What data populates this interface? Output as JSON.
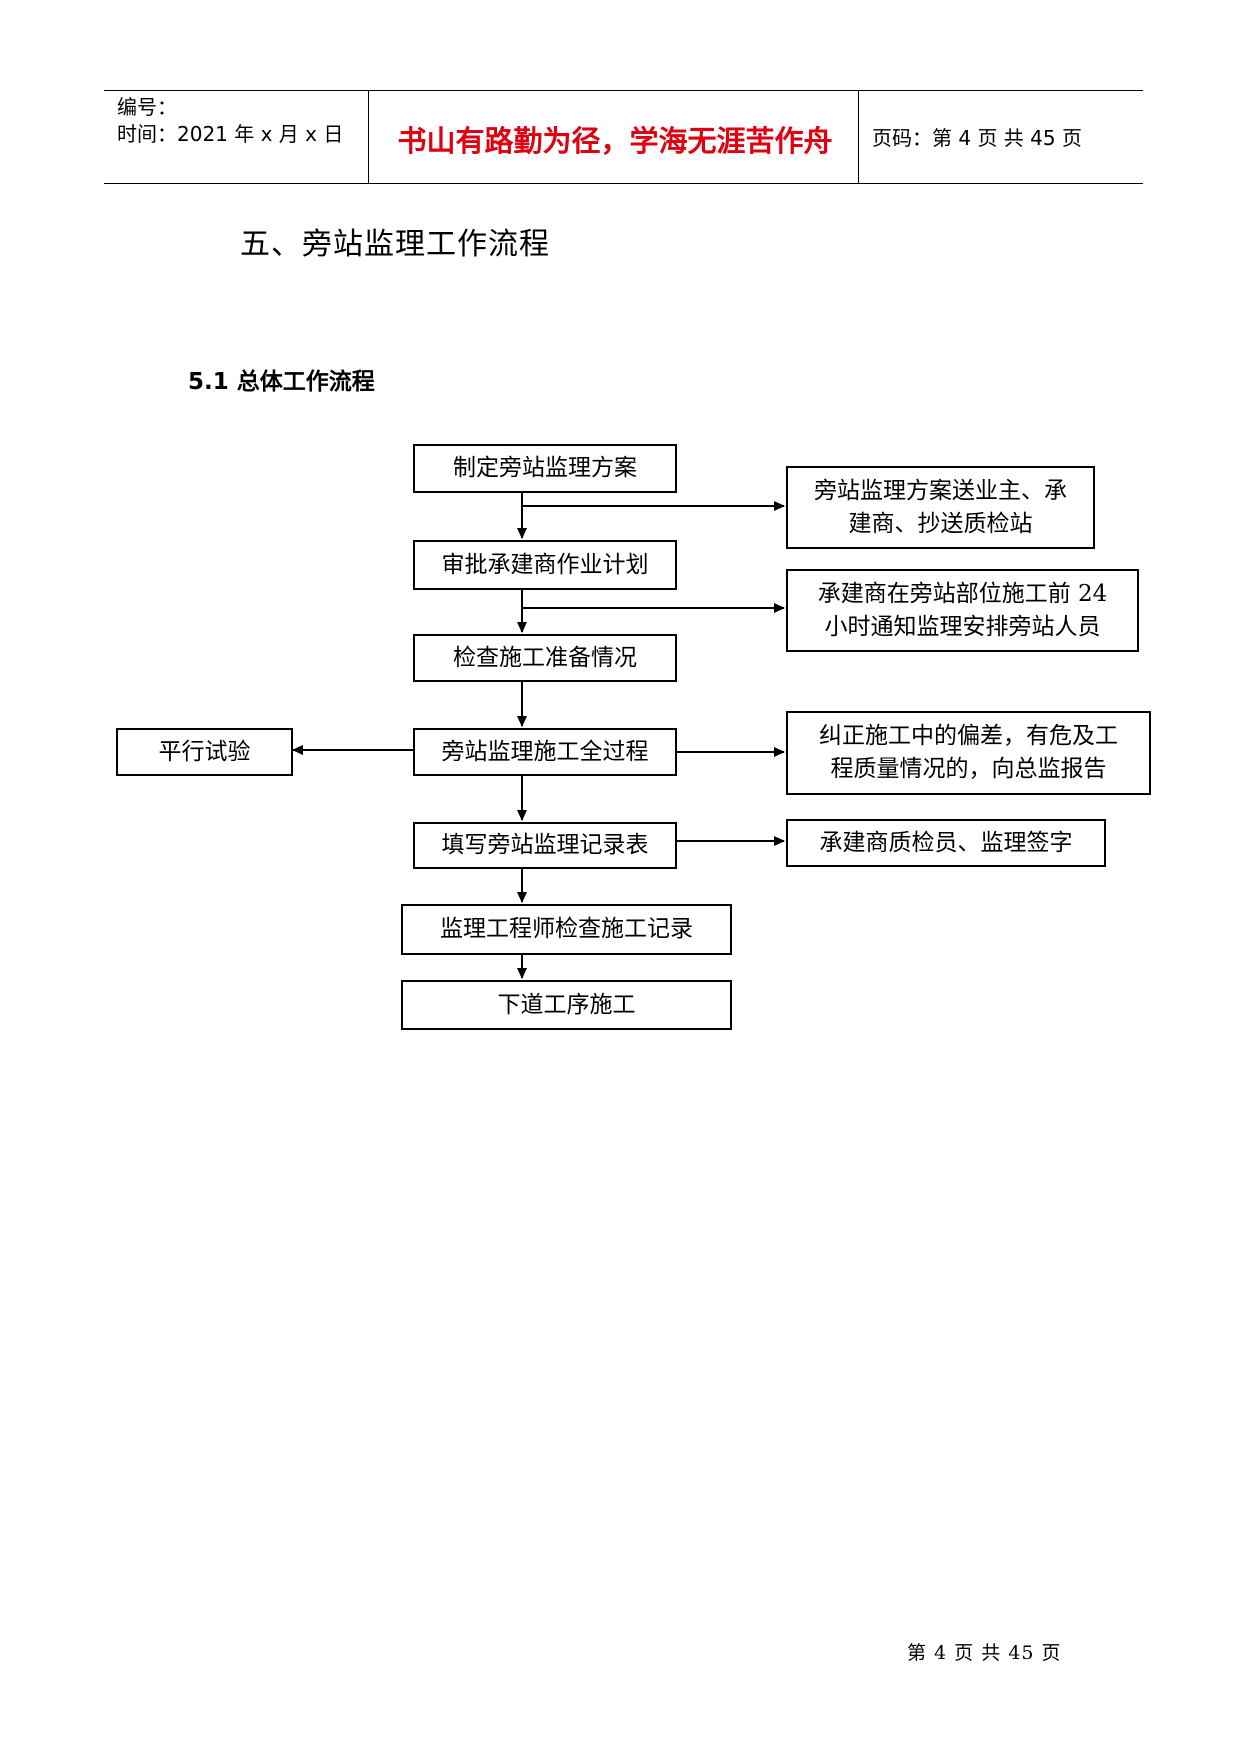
{
  "header": {
    "number_label": "编号：",
    "time_label": "时间：2021 年 x 月 x 日",
    "motto": "书山有路勤为径，学海无涯苦作舟",
    "page_code": "页码：第 4 页  共 45 页"
  },
  "section_title": "五、旁站监理工作流程",
  "subsection_title": "5.1 总体工作流程",
  "flowchart": {
    "steps": [
      "制定旁站监理方案",
      "审批承建商作业计划",
      "检查施工准备情况",
      "旁站监理施工全过程",
      "填写旁站监理记录表",
      "监理工程师检查施工记录",
      "下道工序施工"
    ],
    "side_notes": {
      "plan_delivery": [
        "旁站监理方案送业主、承",
        "建商、抄送质检站"
      ],
      "notice": [
        "承建商在旁站部位施工前 24",
        "小时通知监理安排旁站人员"
      ],
      "correction": [
        "纠正施工中的偏差，有危及工",
        "程质量情况的，向总监报告"
      ],
      "signature": [
        "承建商质检员、监理签字"
      ],
      "parallel_test": [
        "平行试验"
      ]
    }
  },
  "footer": {
    "page_text": "第 4 页 共 45 页"
  }
}
